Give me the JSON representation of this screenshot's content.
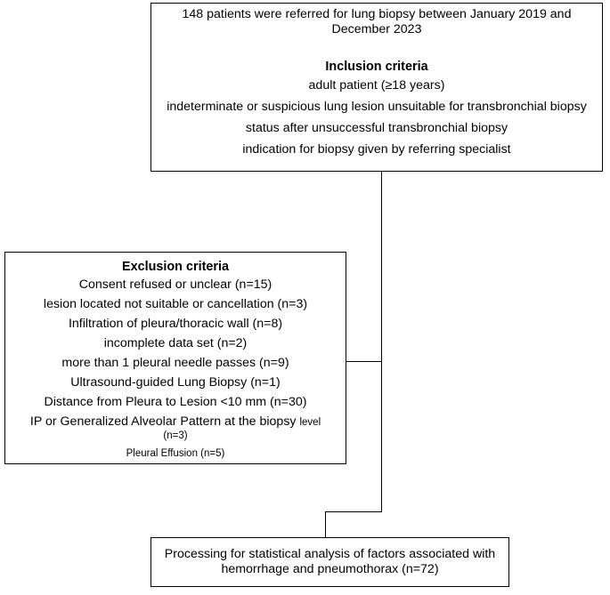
{
  "top_box": {
    "intro": "148 patients were referred for lung biopsy between January 2019 and December 2023",
    "heading": "Inclusion criteria",
    "items": [
      "adult patient (≥18 years)",
      "indeterminate or suspicious lung lesion unsuitable for transbronchial biopsy",
      "status after unsuccessful transbronchial biopsy",
      "indication for biopsy given by referring specialist"
    ]
  },
  "exclusion_box": {
    "heading": "Exclusion criteria",
    "items": [
      "Consent refused or unclear (n=15)",
      "lesion located not suitable or cancellation (n=3)",
      "Infiltration of pleura/thoracic wall (n=8)",
      "incomplete data set (n=2)",
      "more than 1 pleural needle passes (n=9)",
      "Ultrasound-guided Lung Biopsy (n=1)",
      "Distance from Pleura to Lesion <10 mm (n=30)"
    ],
    "ip_item_main": "IP or Generalized Alveolar Pattern at the biopsy",
    "ip_item_level": "level",
    "ip_item_count": "(n=3)",
    "last_item": "Pleural Effusion (n=5)"
  },
  "final_box": {
    "text": "Processing for statistical analysis of factors associated with hemorrhage and pneumothorax (n=72)"
  }
}
